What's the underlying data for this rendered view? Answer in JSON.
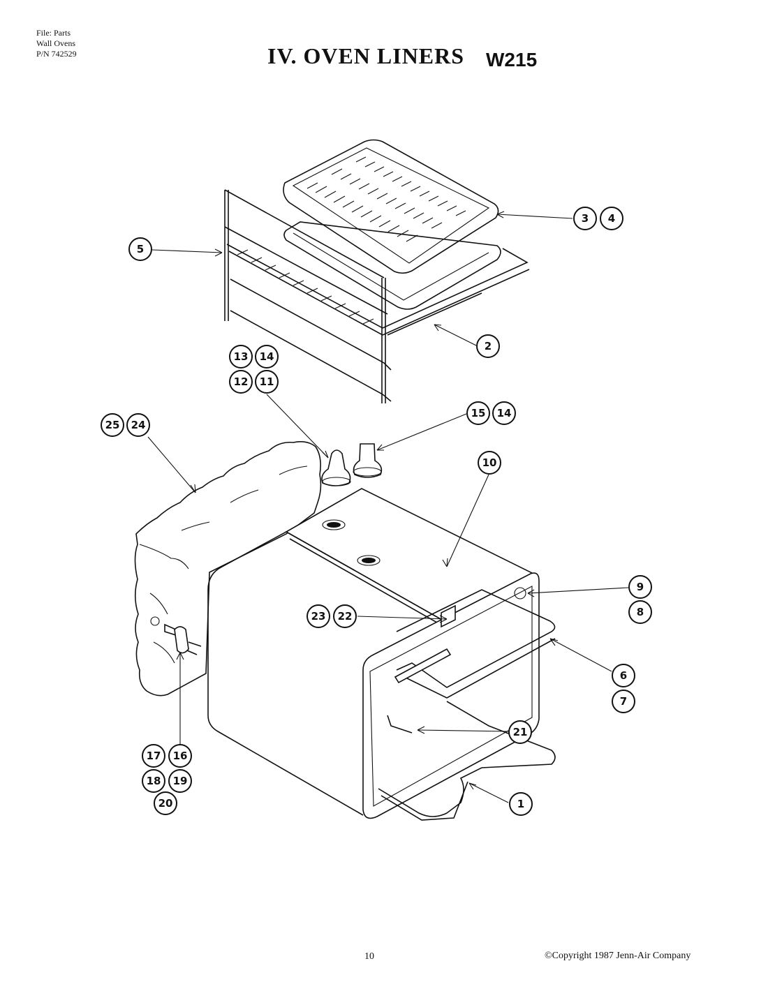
{
  "header": {
    "file_line": "File: Parts",
    "category_line": "Wall Ovens",
    "pn_line": "P/N 742529",
    "title": "IV. OVEN LINERS",
    "model": "W215"
  },
  "callouts": [
    {
      "id": "c1",
      "label": "1"
    },
    {
      "id": "c2",
      "label": "2"
    },
    {
      "id": "c3",
      "label": "3"
    },
    {
      "id": "c4",
      "label": "4"
    },
    {
      "id": "c5",
      "label": "5"
    },
    {
      "id": "c6",
      "label": "6"
    },
    {
      "id": "c7",
      "label": "7"
    },
    {
      "id": "c8",
      "label": "8"
    },
    {
      "id": "c9",
      "label": "9"
    },
    {
      "id": "c10",
      "label": "10"
    },
    {
      "id": "c11",
      "label": "11"
    },
    {
      "id": "c12",
      "label": "12"
    },
    {
      "id": "c13",
      "label": "13"
    },
    {
      "id": "c14a",
      "label": "14"
    },
    {
      "id": "c14b",
      "label": "14"
    },
    {
      "id": "c15",
      "label": "15"
    },
    {
      "id": "c16",
      "label": "16"
    },
    {
      "id": "c17",
      "label": "17"
    },
    {
      "id": "c18",
      "label": "18"
    },
    {
      "id": "c19",
      "label": "19"
    },
    {
      "id": "c20",
      "label": "20"
    },
    {
      "id": "c21",
      "label": "21"
    },
    {
      "id": "c22",
      "label": "22"
    },
    {
      "id": "c23",
      "label": "23"
    },
    {
      "id": "c24",
      "label": "24"
    },
    {
      "id": "c25",
      "label": "25"
    }
  ],
  "footer": {
    "page_number": "10",
    "copyright": "©Copyright 1987 Jenn-Air Company"
  }
}
